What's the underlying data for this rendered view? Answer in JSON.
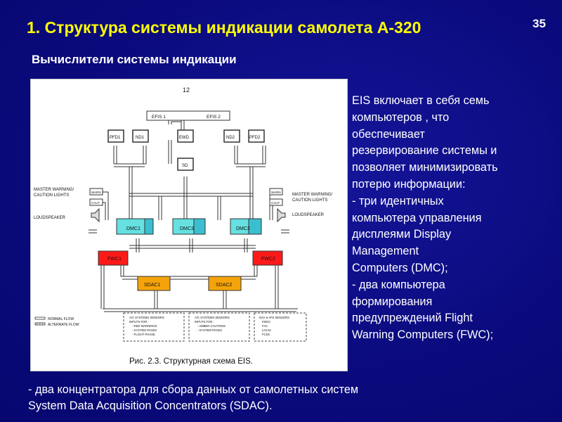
{
  "slide": {
    "title": "1. Структура системы индикации самолета А-320",
    "page_number": "35",
    "subtitle": "Вычислители системы индикации"
  },
  "figure": {
    "page_no": "12",
    "caption": "Рис. 2.3. Структурная схема EIS.",
    "labels": {
      "efis1": "EFIS 1",
      "efis2": "EFIS 2",
      "pfd1": "PFD1",
      "nd1": "ND1",
      "ewd": "EWD",
      "nd2": "ND2",
      "pfd2": "PFD2",
      "sd": "SD",
      "warn": "WARN",
      "caut": "CAUT",
      "master_warning_l1": "MASTER WARNING/",
      "master_warning_l2": "CAUTION LIGHTS",
      "loudspeaker": "LOUDSPEAKER",
      "dmc1": "DMC1",
      "dmc3": "DMC3",
      "dmc2": "DMC2",
      "fwc1": "FWC1",
      "fwc2": "FWC2",
      "sdac1": "SDAC1",
      "sdac2": "SDAC2",
      "normal_flow": "NORMAL FLOW",
      "alternate_flow": "ALTERNATE FLOW",
      "box1": [
        "A/C SYSTEMS SENSORS",
        "INPUTS FOR :",
        "- RED WARNINGS",
        "- SYSTEM PAGES",
        "- FLIGHT PHASE"
      ],
      "box2": [
        "A/C SYSTEMS SENSORS",
        "INPUTS FOR :",
        "- AMBER CAUTIONS",
        "- SYSTEM PAGES"
      ],
      "box3": [
        "NAV & AFS SENSORS",
        "FMGC",
        "FAC",
        "LGCIU",
        "FCDC"
      ]
    },
    "colors": {
      "dmc": "#66e0e0",
      "fwc": "#ff1a1a",
      "sdac": "#f5a30a"
    }
  },
  "right_text": [
    "EIS включает в себя семь",
    "компьютеров , что",
    "обеспечивает",
    "резервирование системы и",
    "позволяет минимизировать",
    "потерю информации:",
    "- три идентичных",
    "компьютера управления",
    "дисплеями Display",
    "Management",
    "Computers (DMC);",
    "- два компьютера",
    "формирования",
    "предупреждений Flight",
    "Warning Computers (FWC);"
  ],
  "bottom_text": [
    "- два концентратора для сбора данных от самолетных систем",
    "System Data Acquisition Concentrators (SDAC)."
  ]
}
